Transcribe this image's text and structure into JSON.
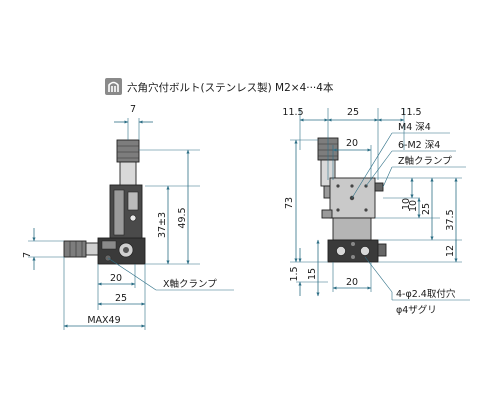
{
  "header": {
    "text": "六角穴付ボルト(ステンレス製) M2×4···4本"
  },
  "left_view": {
    "dims": {
      "top_width": "7",
      "height_a": "37±3",
      "height_b": "49.5",
      "side_left": "7",
      "bottom_a": "20",
      "bottom_b": "25",
      "max": "MAX49"
    },
    "callout": "X軸クランプ"
  },
  "right_view": {
    "dims": {
      "top_left": "11.5",
      "top_mid": "25",
      "top_right": "11.5",
      "upper_20": "20",
      "height_73": "73",
      "r_10a": "10",
      "r_10b": "10",
      "r_25": "25",
      "r_37_5": "37.5",
      "r_12": "12",
      "l_1_5": "1.5",
      "l_15": "15",
      "bottom_20": "20"
    },
    "callouts": {
      "m4": "M4 深4",
      "m2": "6-M2 深4",
      "z_clamp": "Z軸クランプ",
      "holes": "4-φ2.4取付穴",
      "counterbore": "φ4ザグリ"
    }
  },
  "colors": {
    "dimension_line": "#2d6f86",
    "part_dark": "#2a2a2a",
    "part_mid": "#7d7d7d",
    "part_light": "#c9c9c9",
    "icon_bg": "#8a8a8a"
  }
}
